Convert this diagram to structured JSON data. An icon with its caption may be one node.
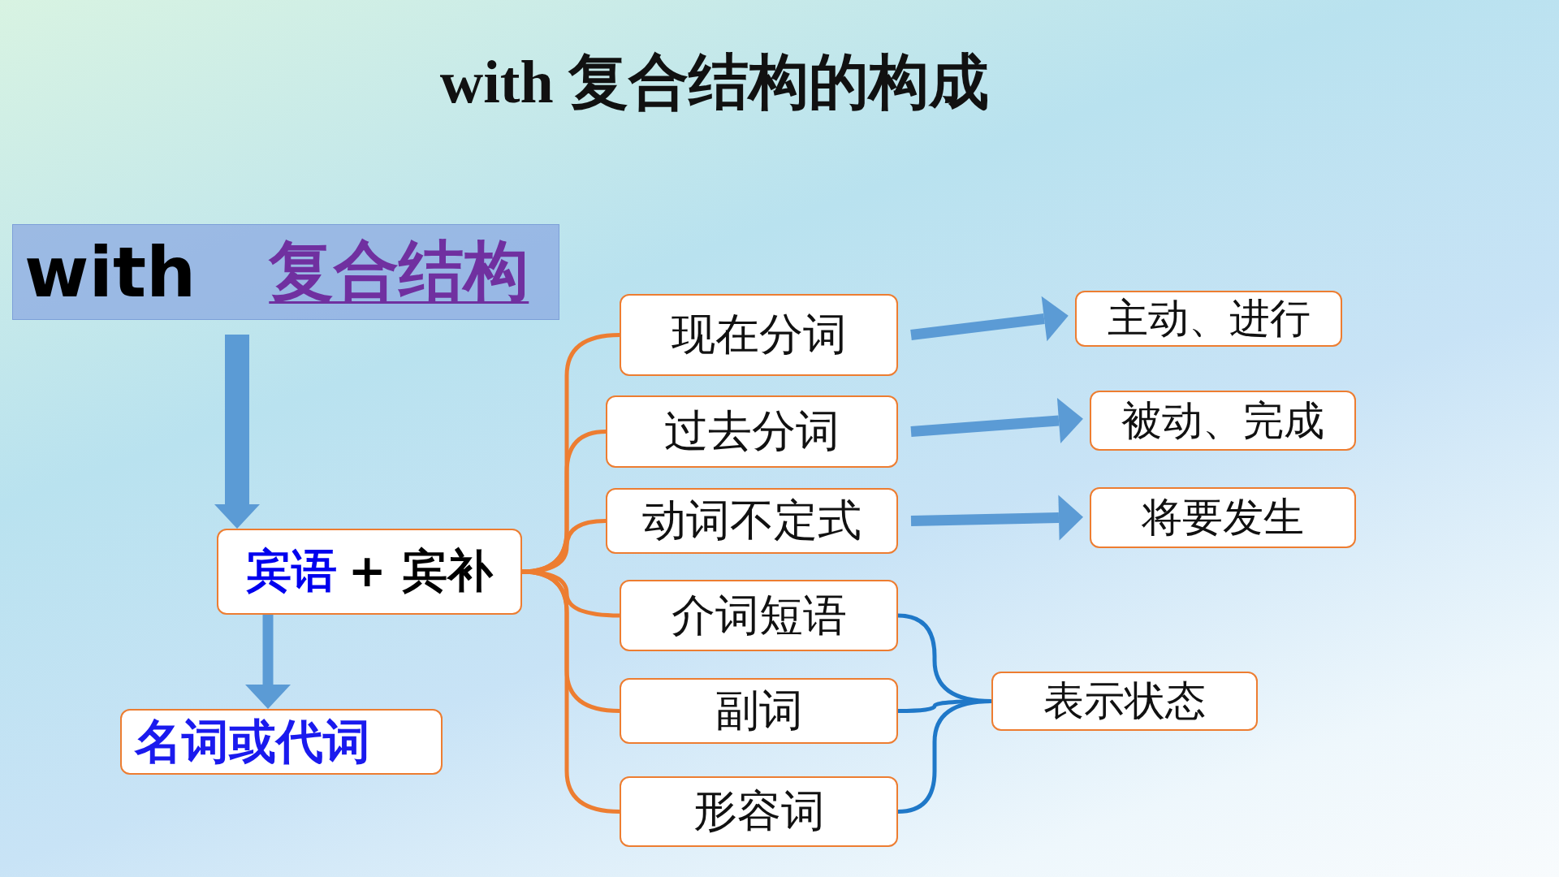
{
  "diagram": {
    "title": "with 复合结构的构成",
    "nodes": [
      {
        "text": [
          "with",
          "复合结构"
        ]
      },
      {
        "text": [
          "宾语",
          "+ 宾补"
        ]
      },
      {
        "text": [
          "名词或代词"
        ]
      },
      {
        "text": [
          "现在分词"
        ]
      },
      {
        "text": [
          "过去分词"
        ]
      },
      {
        "text": [
          "动词不定式"
        ]
      },
      {
        "text": [
          "介词短语"
        ]
      },
      {
        "text": [
          "副词"
        ]
      },
      {
        "text": [
          "形容词"
        ]
      },
      {
        "text": [
          "主动、进行"
        ]
      },
      {
        "text": [
          "被动、完成"
        ]
      },
      {
        "text": [
          "将要发生"
        ]
      },
      {
        "text": [
          "表示状态"
        ]
      }
    ],
    "edges": [
      {
        "from": 0,
        "to": 1,
        "arrow": "to",
        "style": "thick",
        "color": "#5b9bd5"
      },
      {
        "from": 1,
        "to": 2,
        "arrow": "to",
        "style": "thick",
        "color": "#5b9bd5"
      },
      {
        "from": 1,
        "to": 3,
        "arrow": "none",
        "color": "#ed7d31"
      },
      {
        "from": 1,
        "to": 4,
        "arrow": "none",
        "color": "#ed7d31"
      },
      {
        "from": 1,
        "to": 5,
        "arrow": "none",
        "color": "#ed7d31"
      },
      {
        "from": 1,
        "to": 6,
        "arrow": "none",
        "color": "#ed7d31"
      },
      {
        "from": 1,
        "to": 7,
        "arrow": "none",
        "color": "#ed7d31"
      },
      {
        "from": 1,
        "to": 8,
        "arrow": "none",
        "color": "#ed7d31"
      },
      {
        "from": 3,
        "to": 9,
        "arrow": "to",
        "style": "thick",
        "color": "#5b9bd5"
      },
      {
        "from": 4,
        "to": 10,
        "arrow": "to",
        "style": "thick",
        "color": "#5b9bd5"
      },
      {
        "from": 5,
        "to": 11,
        "arrow": "to",
        "style": "thick",
        "color": "#5b9bd5"
      },
      {
        "from": 6,
        "to": 12,
        "arrow": "none",
        "color": "#1f78c8"
      },
      {
        "from": 7,
        "to": 12,
        "arrow": "none",
        "color": "#1f78c8"
      },
      {
        "from": 8,
        "to": 12,
        "arrow": "none",
        "color": "#1f78c8"
      }
    ]
  }
}
